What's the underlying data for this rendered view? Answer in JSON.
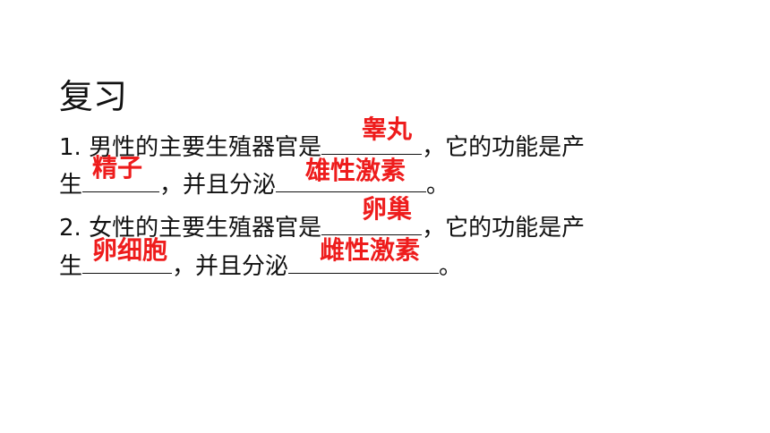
{
  "heading": "复习",
  "q1": {
    "number": "1.",
    "part1": "男性的主要生殖器官是",
    "part2": "，它的功能是产",
    "part3": "生",
    "part4": "，并且分泌",
    "part5": "。",
    "answers": {
      "organ": "睾丸",
      "cell": "精子",
      "hormone": "雄性激素"
    }
  },
  "q2": {
    "number": "2.",
    "part1": "女性的主要生殖器官是",
    "part2": "，它的功能是产",
    "part3": "生",
    "part4": "，并且分泌",
    "part5": "。",
    "answers": {
      "organ": "卵巢",
      "cell": "卵细胞",
      "hormone": "雌性激素"
    }
  },
  "colors": {
    "text": "#111111",
    "answer": "#ee1c1c",
    "background": "#ffffff"
  }
}
